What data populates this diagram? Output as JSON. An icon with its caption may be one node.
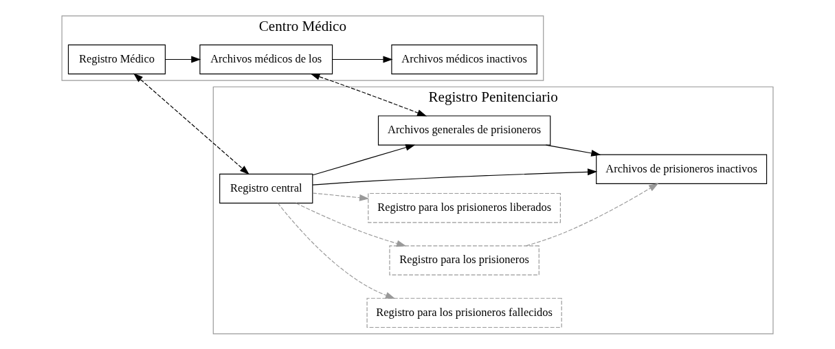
{
  "diagram": {
    "nodes": [
      {
        "text": [
          "Centro Médico"
        ]
      },
      {
        "text": [
          "Registro Penitenciario"
        ]
      },
      {
        "text": [
          "Registro Médico"
        ],
        "in": 0
      },
      {
        "text": [
          "Archivos médicos inactivos"
        ],
        "in": 0
      },
      {
        "text": [
          "Archivos médicos de los"
        ],
        "in": 0
      },
      {
        "text": [
          "Registro central"
        ],
        "in": 1
      },
      {
        "text": [
          "Registro para los prisioneros liberados"
        ],
        "in": 1
      },
      {
        "text": [
          "Registro para los prisioneros fallecidos"
        ],
        "in": 1
      },
      {
        "text": [
          "Registro para los prisioneros"
        ],
        "in": 1
      },
      {
        "text": [
          "Archivos generales de prisioneros"
        ],
        "in": 1
      },
      {
        "text": [
          "Archivos de prisioneros inactivos"
        ],
        "in": 1
      }
    ],
    "edges": [
      {
        "from": 2,
        "to": 5,
        "arrow": "both",
        "style": "dashed"
      },
      {
        "from": 5,
        "to": 6,
        "arrow": "to",
        "style": "dashed",
        "color": "#999999"
      },
      {
        "from": 5,
        "to": 7,
        "arrow": "to",
        "style": "dashed",
        "color": "#999999"
      },
      {
        "from": 5,
        "to": 8,
        "arrow": "to",
        "style": "dashed",
        "color": "#999999"
      },
      {
        "from": 2,
        "to": 4,
        "arrow": "to"
      },
      {
        "from": 4,
        "to": 3,
        "arrow": "to"
      },
      {
        "from": 4,
        "to": 9,
        "arrow": "both",
        "style": "dashed"
      },
      {
        "from": 5,
        "to": 9,
        "arrow": "to"
      },
      {
        "from": 5,
        "to": 10,
        "arrow": "to"
      },
      {
        "from": 8,
        "to": 10,
        "arrow": "to",
        "style": "dashed",
        "color": "#999999"
      },
      {
        "from": 9,
        "to": 10,
        "arrow": "to"
      }
    ]
  }
}
